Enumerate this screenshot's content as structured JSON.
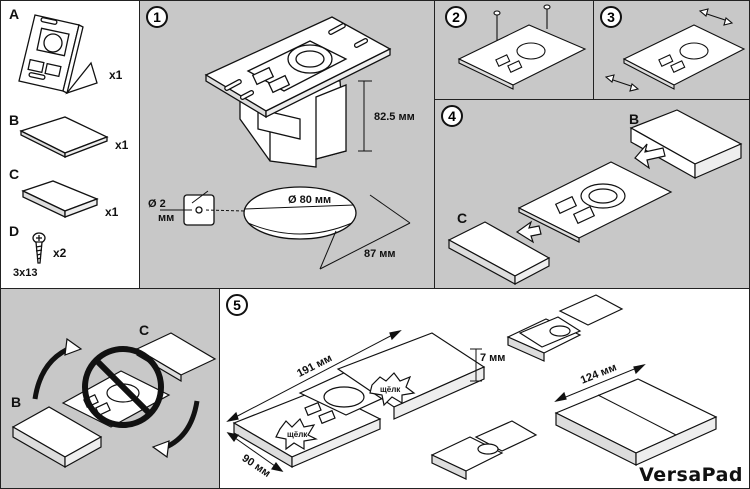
{
  "parts": {
    "a": {
      "letter": "A",
      "qty": "x1"
    },
    "b": {
      "letter": "B",
      "qty": "x1"
    },
    "c": {
      "letter": "C",
      "qty": "x1"
    },
    "d": {
      "letter": "D",
      "qty": "x2",
      "size": "3x13"
    }
  },
  "step1": {
    "num": "1",
    "height": "82.5 мм",
    "hole_dia": "Ø 80 мм",
    "drill_dia_line1": "Ø 2",
    "drill_dia_line2": "мм",
    "cutout_depth": "87 мм"
  },
  "step2": {
    "num": "2"
  },
  "step3": {
    "num": "3"
  },
  "step4": {
    "num": "4",
    "label_b": "B",
    "label_c": "C"
  },
  "step5": {
    "num": "5",
    "length": "191 мм",
    "thickness": "7 мм",
    "width": "90 мм",
    "closed_length": "124 мм",
    "click_1": "щёлк",
    "click_2": "щёлк"
  },
  "step6": {
    "label_b": "B",
    "label_c": "C"
  },
  "brand": "VersaPad"
}
